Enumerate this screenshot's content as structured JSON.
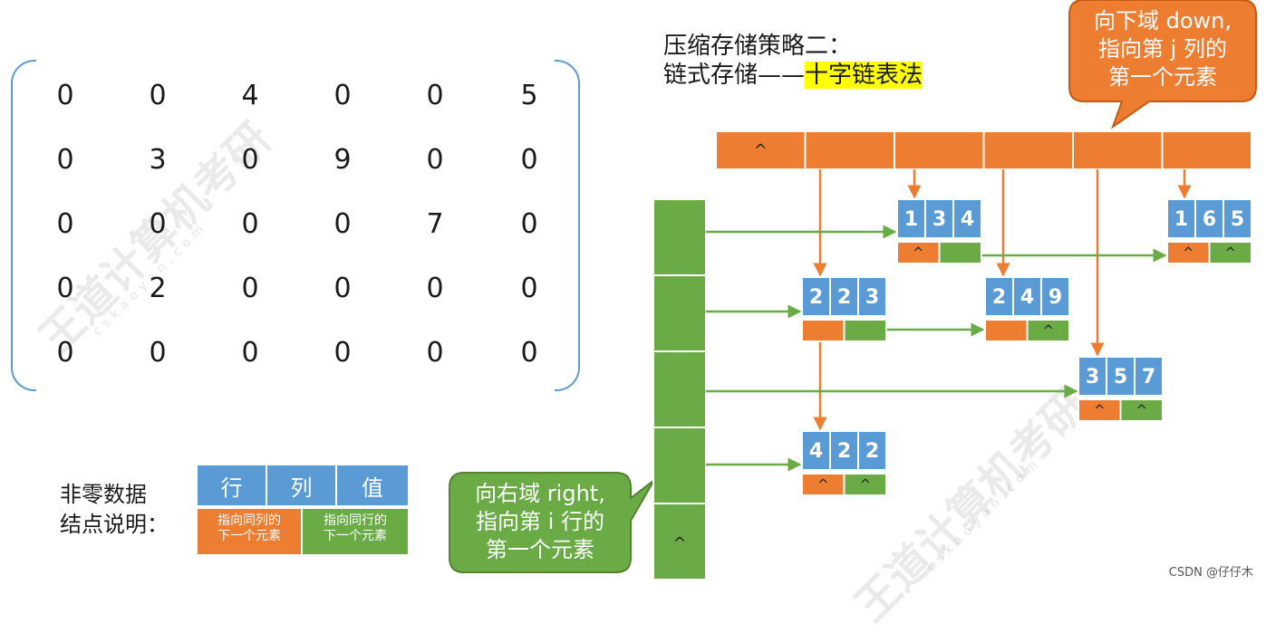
{
  "matrix": {
    "rows": [
      [
        "0",
        "0",
        "4",
        "0",
        "0",
        "5"
      ],
      [
        "0",
        "3",
        "0",
        "9",
        "0",
        "0"
      ],
      [
        "0",
        "0",
        "0",
        "0",
        "7",
        "0"
      ],
      [
        "0",
        "2",
        "0",
        "0",
        "0",
        "0"
      ],
      [
        "0",
        "0",
        "0",
        "0",
        "0",
        "0"
      ]
    ]
  },
  "title": {
    "line1": "压缩存储策略二：",
    "line2_prefix": "链式存储——",
    "line2_highlight": "十字链表法"
  },
  "callouts": {
    "down": [
      "向下域 down,",
      "指向第 j 列的",
      "第一个元素"
    ],
    "right": [
      "向右域 right,",
      "指向第 i 行的",
      "第一个元素"
    ]
  },
  "null_symbol": "^",
  "nodes": [
    {
      "id": "n134",
      "values": [
        "1",
        "3",
        "4"
      ],
      "down": "^",
      "right": ""
    },
    {
      "id": "n165",
      "values": [
        "1",
        "6",
        "5"
      ],
      "down": "^",
      "right": "^"
    },
    {
      "id": "n223",
      "values": [
        "2",
        "2",
        "3"
      ],
      "down": "",
      "right": ""
    },
    {
      "id": "n249",
      "values": [
        "2",
        "4",
        "9"
      ],
      "down": "",
      "right": "^"
    },
    {
      "id": "n357",
      "values": [
        "3",
        "5",
        "7"
      ],
      "down": "^",
      "right": "^"
    },
    {
      "id": "n422",
      "values": [
        "4",
        "2",
        "2"
      ],
      "down": "^",
      "right": "^"
    }
  ],
  "legend": {
    "label_line1": "非零数据",
    "label_line2": "结点说明：",
    "fields": [
      "行",
      "列",
      "值"
    ],
    "down_desc": [
      "指向同列的",
      "下一个元素"
    ],
    "right_desc": [
      "指向同行的",
      "下一个元素"
    ]
  },
  "watermark": {
    "brand": "王道计算机考研",
    "site": "cskaoyan.com"
  },
  "credit": "CSDN @仔仔木",
  "colors": {
    "orange": "#ed7d31",
    "green": "#6aab45",
    "blue": "#5b9bd5",
    "bracket": "#5b9bd5",
    "highlight": "#ffff00"
  }
}
